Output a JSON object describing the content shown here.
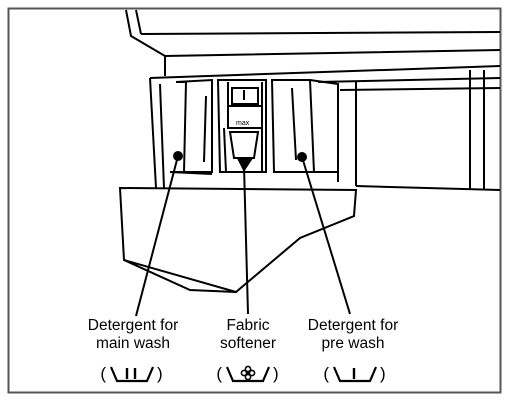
{
  "tray_marking": "max",
  "labels": {
    "main_wash": {
      "line1": "Detergent for",
      "line2": "main wash"
    },
    "softener": {
      "line1": "Fabric",
      "line2": "softener"
    },
    "pre_wash": {
      "line1": "Detergent for",
      "line2": "pre wash"
    }
  },
  "symbol_parens": {
    "open": "(",
    "close": ")"
  },
  "icons": {
    "main_wash": "main-wash-tub-two-bars-icon",
    "softener": "flower-softener-icon",
    "pre_wash": "pre-wash-tub-one-bar-icon"
  }
}
